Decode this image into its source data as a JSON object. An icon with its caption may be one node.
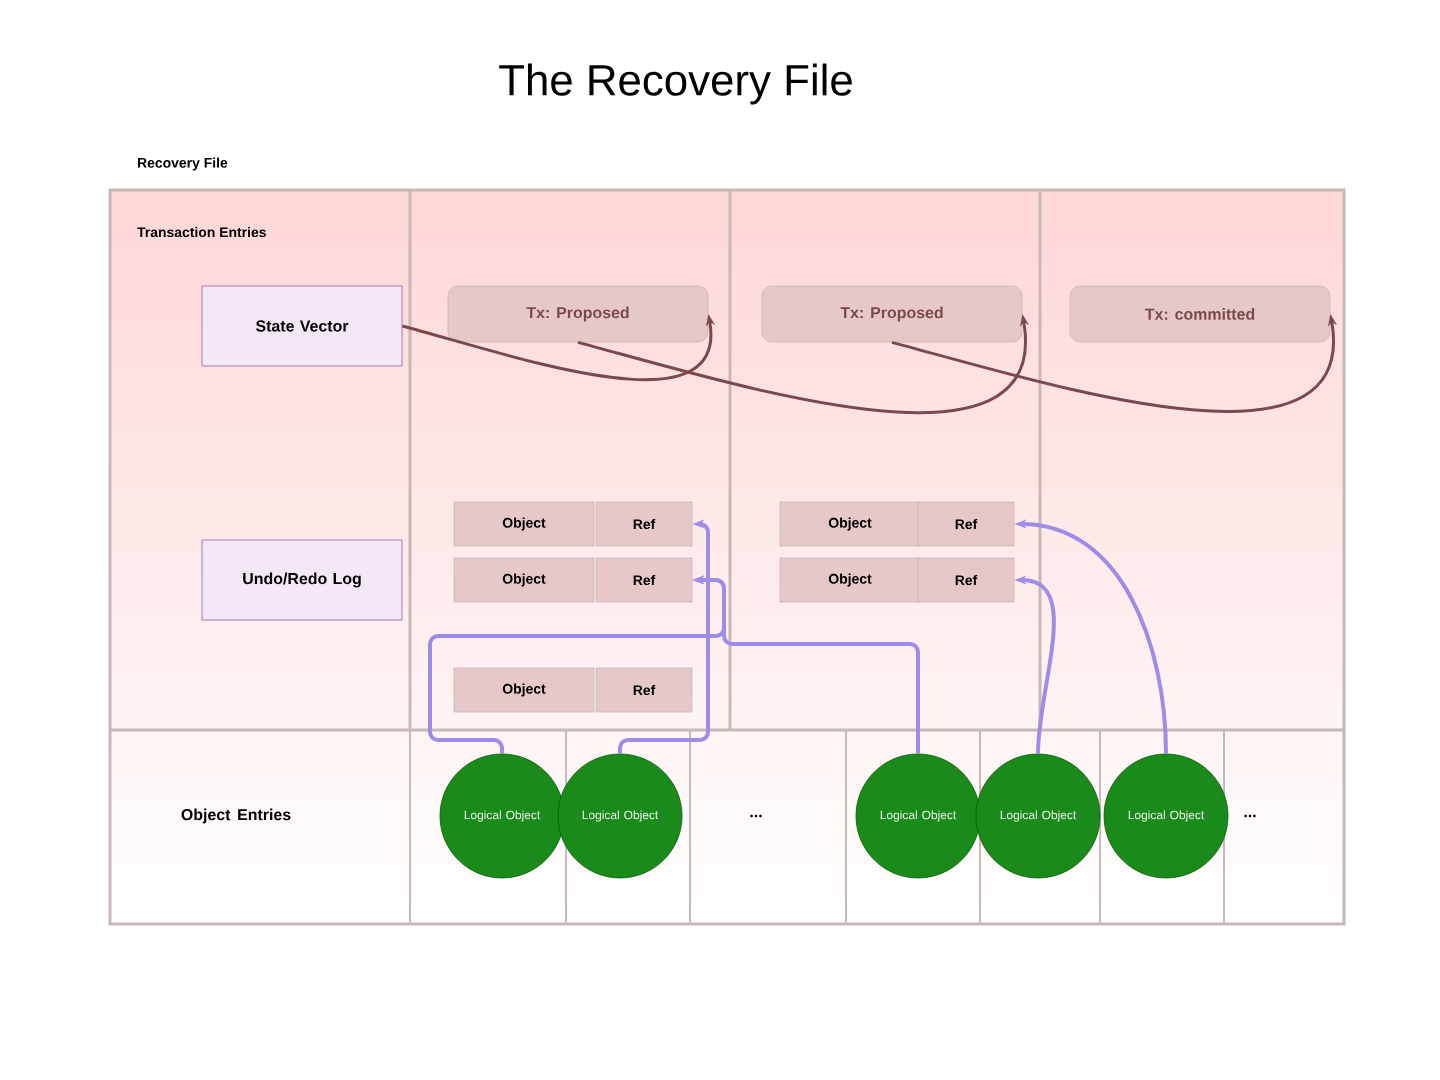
{
  "diagram": {
    "title": "The Recovery File",
    "nodes": [
      {
        "text": [
          "State Vector"
        ]
      },
      {
        "text": [
          "Undo/Redo Log"
        ]
      },
      {
        "text": [
          "Tx: Proposed"
        ]
      },
      {
        "text": [
          "Tx: Proposed"
        ]
      },
      {
        "text": [
          "Tx: committed"
        ]
      },
      {
        "text": [
          "Object"
        ]
      },
      {
        "text": [
          "Ref"
        ]
      },
      {
        "text": [
          "Object"
        ]
      },
      {
        "text": [
          "Ref"
        ]
      },
      {
        "text": [
          "Object"
        ]
      },
      {
        "text": [
          "Ref"
        ]
      },
      {
        "text": [
          "Object"
        ]
      },
      {
        "text": [
          "Ref"
        ]
      },
      {
        "text": [
          "Object"
        ]
      },
      {
        "text": [
          "Ref"
        ]
      },
      {
        "text": [
          "Logical Object"
        ]
      },
      {
        "text": [
          "Logical Object"
        ]
      },
      {
        "text": [
          "Logical Object"
        ]
      },
      {
        "text": [
          "Logical Object"
        ]
      },
      {
        "text": [
          "Logical Object"
        ]
      }
    ],
    "edges": [
      {
        "from": 0,
        "to": 2,
        "arrow": "to",
        "color": "#7a4a4a"
      },
      {
        "from": 2,
        "to": 3,
        "arrow": "to",
        "color": "#7a4a4a"
      },
      {
        "from": 3,
        "to": 4,
        "arrow": "to",
        "color": "#7a4a4a"
      },
      {
        "from": 15,
        "to": 8,
        "arrow": "to"
      },
      {
        "from": 16,
        "to": 6,
        "arrow": "to"
      },
      {
        "from": 17,
        "to": 8,
        "arrow": "to"
      },
      {
        "from": 18,
        "to": 12,
        "arrow": "to"
      },
      {
        "from": 19,
        "to": 10,
        "arrow": "to"
      }
    ],
    "labels": [
      "Recovery File",
      "Transaction Entries",
      "Object Entries",
      "...",
      "..."
    ]
  }
}
